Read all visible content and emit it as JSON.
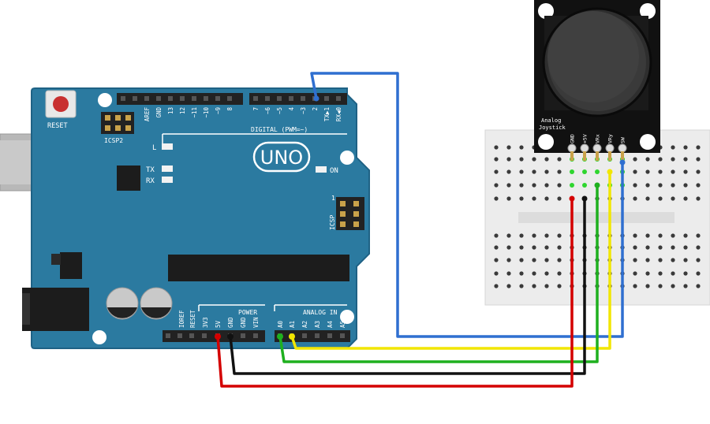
{
  "arduino": {
    "reset_label": "RESET",
    "icsp2_label": "ICSP2",
    "icsp_label": "ICSP",
    "icsp_pin1": "1",
    "led_l_label": "L",
    "tx_label": "TX",
    "rx_label": "RX",
    "on_label": "ON",
    "logo_label": "UNO",
    "digital_label": "DIGITAL (PWM=~)",
    "power_label": "POWER",
    "analog_label": "ANALOG IN",
    "top_left_pins": [
      "AREF",
      "GND",
      "13",
      "12",
      "~11",
      "~10",
      "~9",
      "8"
    ],
    "top_right_pins": [
      "7",
      "~6",
      "~5",
      "4",
      "~3",
      "2",
      "TX▶1",
      "RX◀0"
    ],
    "power_pins": [
      "IOREF",
      "RESET",
      "3V3",
      "5V",
      "GND",
      "GND",
      "VIN"
    ],
    "analog_pins": [
      "A0",
      "A1",
      "A2",
      "A3",
      "A4",
      "A5"
    ]
  },
  "joystick": {
    "title_line1": "Analog",
    "title_line2": "Joystick",
    "pins": [
      "GND",
      "+5V",
      "VRx",
      "VRy",
      "SW"
    ]
  },
  "wires": [
    {
      "name": "wire-sw-d2",
      "color": "#2f6fd0"
    },
    {
      "name": "wire-vry-a1",
      "color": "#f2e600"
    },
    {
      "name": "wire-vrx-a0",
      "color": "#1eb01e"
    },
    {
      "name": "wire-gnd",
      "color": "#111111"
    },
    {
      "name": "wire-5v",
      "color": "#d40000"
    }
  ],
  "colors": {
    "board": "#2b7aa0",
    "board_dark": "#1f5f80",
    "header": "#222222",
    "breadboard": "#eeeeee"
  }
}
